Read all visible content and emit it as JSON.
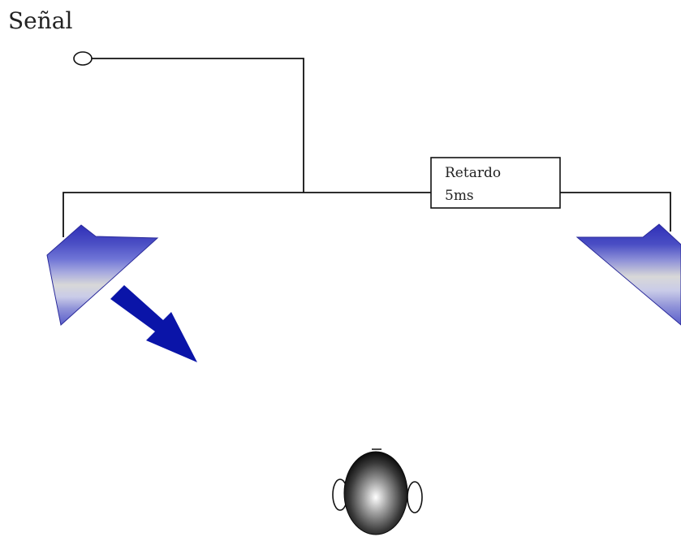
{
  "signal": {
    "label": "Señal"
  },
  "delay_box": {
    "line1": "Retardo",
    "line2": "5ms"
  },
  "colors": {
    "wire": "#111111",
    "speaker_dark": "#2f2fb8",
    "speaker_mid": "#6f74d6",
    "speaker_light": "#c9cbe8",
    "speaker_gray": "#d8d8d8",
    "arrow": "#0a14a8",
    "head_dark": "#111111",
    "head_light": "#ffffff"
  },
  "icons": {
    "signal_terminal": "open-circle",
    "left_speaker": "speaker-icon",
    "right_speaker": "speaker-icon",
    "sound_direction": "arrow-icon",
    "listener": "listener-head-icon"
  }
}
